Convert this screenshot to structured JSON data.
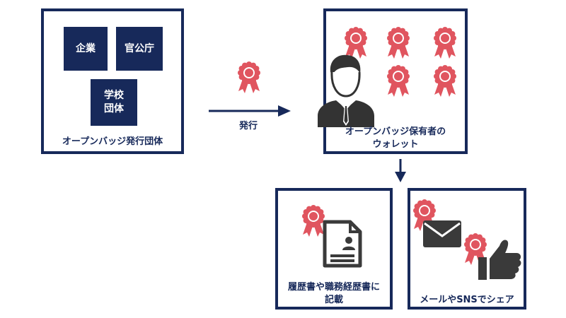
{
  "issuers": {
    "box_company": "企業",
    "box_government": "官公庁",
    "box_school_line1": "学校",
    "box_school_line2": "団体",
    "caption": "オープンバッジ発行団体"
  },
  "issue_arrow": {
    "label": "発行"
  },
  "wallet": {
    "caption_line1": "オープンバッジ保有者の",
    "caption_line2": "ウォレット"
  },
  "resume_use": {
    "caption_line1": "履歴書や職務経歴書に",
    "caption_line2": "記載"
  },
  "share_use": {
    "caption": "メールやSNSでシェア"
  },
  "colors": {
    "navy": "#17295a",
    "badge_red": "#e0555f",
    "icon_dark": "#3a3a3a"
  },
  "icons": [
    "badge-icon",
    "person-icon",
    "document-icon",
    "mail-icon",
    "thumbs-up-icon",
    "arrow-right-icon",
    "arrow-down-icon"
  ]
}
